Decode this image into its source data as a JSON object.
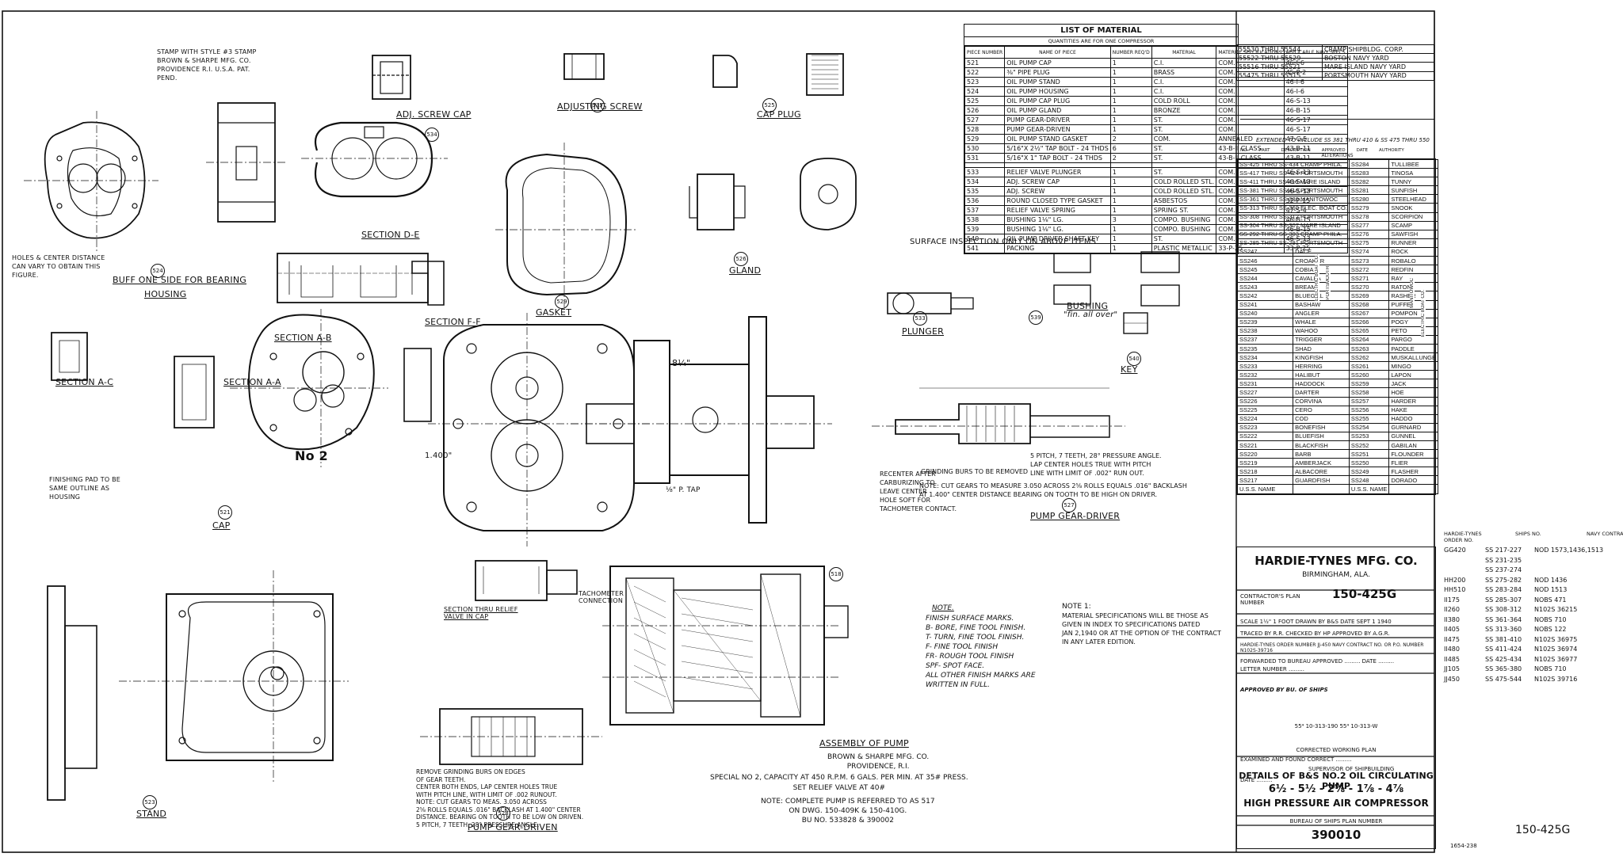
{
  "drawing": {
    "company": "HARDIE-TYNES MFG. CO.",
    "city": "BIRMINGHAM, ALA.",
    "plan_label": "CONTRACTOR'S PLAN NUMBER",
    "plan_number": "150-425G",
    "corner_number": "150-425G",
    "bureau_label": "BUREAU OF SHIPS PLAN NUMBER",
    "bureau_number": "390010",
    "title_line1": "DETAILS OF B&S NO.2 OIL CIRCULATING PUMP",
    "title_line2": "6½ - 5½ - 2⅝ - 1⅞ - 4⅞",
    "title_line3": "HIGH PRESSURE AIR COMPRESSOR",
    "scale_line": "SCALE 1½\" 1 FOOT   DRAWN BY B&S   DATE SEPT 1 1940",
    "traced_line": "TRACED BY R.R.   CHECKED BY HP   APPROVED BY A.G.R.",
    "order_line": "HARDIE-TYNES ORDER NUMBER  JJ-450   NAVY CONTRACT NO. OR P.O. NUMBER  N102s-39716",
    "forwarded_line": "FORWARDED TO BUREAU  APPROVED ......... DATE .........",
    "letter_line": "LETTER NUMBER .........",
    "approved_line": "APPROVED BY BU. OF SHIPS",
    "corrected_line": "CORRECTED WORKING PLAN",
    "examined_line": "EXAMINED AND FOUND CORRECT .........",
    "supervisor_line": "SUPERVISOR OF SHIPBUILDING",
    "date_line": "DATE .........",
    "serial_tag": "1654-238",
    "rev_date": "55⁴ 10-313-190  55⁴ 10-313-W"
  },
  "materials": {
    "heading": "LIST OF MATERIAL",
    "subheading": "QUANTITIES ARE FOR ONE COMPRESSOR",
    "columns": [
      "PIECE NUMBER",
      "NAME OF PIECE",
      "NUMBER REQ'D",
      "MATERIAL",
      "MATERIAL SPECIFICATIONS",
      "APPLICABLE NAVY SPECS"
    ],
    "rows": [
      [
        "521",
        "OIL PUMP CAP",
        "1",
        "C.I.",
        "COM.",
        "46-I-6"
      ],
      [
        "522",
        "⅜\" PIPE PLUG",
        "1",
        "BRASS",
        "COM.",
        "45-P-2"
      ],
      [
        "523",
        "OIL PUMP STAND",
        "1",
        "C.I.",
        "COM.",
        "46-I-6"
      ],
      [
        "524",
        "OIL PUMP HOUSING",
        "1",
        "C.I.",
        "COM.",
        "46-I-6"
      ],
      [
        "525",
        "OIL PUMP CAP PLUG",
        "1",
        "COLD ROLL",
        "COM.",
        "46-S-13"
      ],
      [
        "526",
        "OIL PUMP GLAND",
        "1",
        "BRONZE",
        "COM.",
        "46-B-15"
      ],
      [
        "527",
        "PUMP GEAR-DRIVER",
        "1",
        "ST.",
        "COM.",
        "46-S-17"
      ],
      [
        "528",
        "PUMP GEAR-DRIVEN",
        "1",
        "ST.",
        "COM.",
        "46-S-17"
      ],
      [
        "529",
        "OIL PUMP STAND GASKET",
        "2",
        "COM.",
        "ANNEALED",
        "47-C-5"
      ],
      [
        "530",
        "5/16\"x 2½\" TAP BOLT - 24 THDS",
        "6",
        "ST.",
        "43-B-II CLASS",
        "43-B-11"
      ],
      [
        "531",
        "5/16\"x 1\" TAP BOLT - 24 THDS",
        "2",
        "ST.",
        "43-B-II CLASS",
        "43-B-11"
      ],
      [
        "",
        "",
        "",
        "",
        "",
        ""
      ],
      [
        "533",
        "RELIEF VALVE PLUNGER",
        "1",
        "ST.",
        "COM.",
        "46-S-13"
      ],
      [
        "534",
        "ADJ. SCREW CAP",
        "1",
        "COLD ROLLED STL.",
        "COM.",
        "46-S-13"
      ],
      [
        "535",
        "ADJ. SCREW",
        "1",
        "COLD ROLLED STL.",
        "COM.",
        "46-S-13"
      ],
      [
        "536",
        "ROUND CLOSED TYPE GASKET",
        "1",
        "ASBESTOS",
        "COM.",
        "32-P-15"
      ],
      [
        "537",
        "RELIEF VALVE SPRING",
        "1",
        "SPRING ST.",
        "COM.",
        "47-S-4"
      ],
      [
        "538",
        "BUSHING 1⅛\" LG.",
        "3",
        "COMPO. BUSHING",
        "COM.",
        "46-B-15"
      ],
      [
        "539",
        "BUSHING 1⅛\" LG.",
        "1",
        "COMPO. BUSHING",
        "COM.",
        "46-B-15"
      ],
      [
        "540",
        "OIL PUMP DRIVER SHAFT KEY",
        "1",
        "ST.",
        "COM.",
        "46-S-13"
      ],
      [
        "541",
        "PACKING",
        "1",
        "PLASTIC METALLIC",
        "33-P-25",
        "33-P-25"
      ]
    ]
  },
  "ships": {
    "top_rows": [
      [
        "55530 THRU 55544",
        "CRAMP SHIPBLDG. CORP."
      ],
      [
        "55522 THRU 55529",
        "BOSTON NAVY YARD"
      ],
      [
        "55516 THRU 55521",
        "MARE ISLAND NAVY YARD"
      ],
      [
        "55475 THRU 55515",
        "PORTSMOUTH NAVY YARD"
      ]
    ],
    "alteration_note": "EXTENDED TO INCLUDE SS 381 THRU 410 & SS 475 THRU 550",
    "alteration_headers": [
      "NO.",
      "PART",
      "DESCRIPTION",
      "APPROVED",
      "DATE",
      "AUTHORITY"
    ],
    "alterations_label": "ALTERATIONS",
    "hull_rows": [
      [
        "SS-425 THRU SS-434 CRAMP PHILA.",
        "SS284",
        "TULLIBEE"
      ],
      [
        "SS-417 THRU SS-424 PORTSMOUTH",
        "SS283",
        "TINOSA"
      ],
      [
        "SS-411 THRU SS-416 MARE ISLAND",
        "SS282",
        "TUNNY"
      ],
      [
        "SS-381 THRU SS-410 PORTSMOUTH",
        "SS281",
        "SUNFISH"
      ],
      [
        "SS-361 THRU SS-380 MANITOWOC",
        "SS280",
        "STEELHEAD"
      ],
      [
        "SS-313 THRU SS-360 ELEC. BOAT CO.",
        "SS279",
        "SNOOK"
      ],
      [
        "SS-308 THRU SS-312 PORTSMOUTH",
        "SS278",
        "SCORPION"
      ],
      [
        "SS-304 THRU SS-307 MARE ISLAND",
        "SS277",
        "SCAMP"
      ],
      [
        "SS-292 THRU SS-303 CRAMP PHILA.",
        "SS276",
        "SAWFISH"
      ],
      [
        "SS-285 THRU SS-291 PORTSMOUTH",
        "SS275",
        "RUNNER"
      ]
    ],
    "boat_rows": [
      [
        "SS247",
        "DACE",
        "SS274",
        "ROCK"
      ],
      [
        "SS246",
        "CROAKER",
        "SS273",
        "ROBALO"
      ],
      [
        "SS245",
        "COBIA",
        "SS272",
        "REDFIN"
      ],
      [
        "SS244",
        "CAVALLA",
        "SS271",
        "RAY"
      ],
      [
        "SS243",
        "BREAM",
        "SS270",
        "RATON"
      ],
      [
        "SS242",
        "BLUEGILL",
        "SS269",
        "RASHER"
      ],
      [
        "SS241",
        "BASHAW",
        "SS268",
        "PUFFER"
      ],
      [
        "SS240",
        "ANGLER",
        "SS267",
        "POMPON"
      ],
      [
        "SS239",
        "WHALE",
        "SS266",
        "POGY"
      ],
      [
        "SS238",
        "WAHOO",
        "SS265",
        "PETO"
      ],
      [
        "SS237",
        "TRIGGER",
        "SS264",
        "PARGO"
      ],
      [
        "SS235",
        "SHAD",
        "SS263",
        "PADDLE"
      ],
      [
        "SS234",
        "KINGFISH",
        "SS262",
        "MUSKALLUNGE"
      ],
      [
        "SS233",
        "HERRING",
        "SS261",
        "MINGO"
      ],
      [
        "SS232",
        "HALIBUT",
        "SS260",
        "LAPON"
      ],
      [
        "SS231",
        "HADDOCK",
        "SS259",
        "JACK"
      ],
      [
        "SS227",
        "DARTER",
        "SS258",
        "HOE"
      ],
      [
        "SS226",
        "CORVINA",
        "SS257",
        "HARDER"
      ],
      [
        "SS225",
        "CERO",
        "SS256",
        "HAKE"
      ],
      [
        "SS224",
        "COD",
        "SS255",
        "HADDO"
      ],
      [
        "SS223",
        "BONEFISH",
        "SS254",
        "GURNARD"
      ],
      [
        "SS222",
        "BLUEFISH",
        "SS253",
        "GUNNEL"
      ],
      [
        "SS221",
        "BLACKFISH",
        "SS252",
        "GABILAN"
      ],
      [
        "SS220",
        "BARB",
        "SS251",
        "FLOUNDER"
      ],
      [
        "SS219",
        "AMBERJACK",
        "SS250",
        "FLIER"
      ],
      [
        "SS218",
        "ALBACORE",
        "SS249",
        "FLASHER"
      ],
      [
        "SS217",
        "GUARDFISH",
        "SS248",
        "DORADO"
      ]
    ],
    "boat_footer": [
      "U.S.S. NAME",
      "",
      "U.S.S. NAME"
    ],
    "builder_labels": [
      "ELECTRIC BOAT CO.",
      "PORTSMOUTH",
      "MANITOWOC",
      "ELECTRIC BOAT CO."
    ]
  },
  "orders": {
    "headers": [
      "HARDIE-TYNES ORDER NO.",
      "SHIPS NO.",
      "NAVY CONTRACT"
    ],
    "rows": [
      [
        "GG420",
        "SS 217-227",
        "NOd 1573,1436,1513"
      ],
      [
        "",
        "SS 231-235",
        ""
      ],
      [
        "",
        "SS 237-274",
        ""
      ],
      [
        "HH200",
        "SS 275-282",
        "NOd 1436"
      ],
      [
        "HH510",
        "SS 283-284",
        "NOd 1513"
      ],
      [
        "II175",
        "SS 285-307",
        "NOBs 471"
      ],
      [
        "II260",
        "SS 308-312",
        "N102s 36215"
      ],
      [
        "II380",
        "SS 361-364",
        "NOBs 710"
      ],
      [
        "II405",
        "SS 313-360",
        "NOBs 122"
      ],
      [
        "II475",
        "SS 381-410",
        "N102s 36975"
      ],
      [
        "II480",
        "SS 411-424",
        "N102s 36974"
      ],
      [
        "II485",
        "SS 425-434",
        "N102s 36977"
      ],
      [
        "JJ105",
        "SS 365-380",
        "NOBs 710"
      ],
      [
        "JJ450",
        "SS 475-544",
        "N102s 39716"
      ]
    ]
  },
  "views": {
    "housing": "HOUSING",
    "housing_note": "BUFF ONE SIDE FOR BEARING",
    "adj_screw_cap": "ADJ. SCREW CAP",
    "adjusting_screw": "ADJUSTING SCREW",
    "cap_plug": "CAP PLUG",
    "gasket": "GASKET",
    "gland": "GLAND",
    "plunger": "PLUNGER",
    "key": "KEY",
    "bushing": "BUSHING",
    "bushing_fin": "\"fin. all over\"",
    "section_de": "SECTION D-E",
    "section_ab": "SECTION A-B",
    "section_ff": "SECTION F-F",
    "section_ac": "SECTION A-C",
    "section_aa": "SECTION A-A",
    "cap": "CAP",
    "stand": "STAND",
    "pump_gear_driver": "PUMP GEAR-DRIVER",
    "pump_gear_driven": "PUMP GEAR-DRIVEN",
    "assembly": "ASSEMBLY OF PUMP",
    "section_relief": "SECTION THRU RELIEF VALVE IN CAP",
    "tachometer": "TACHOMETER CONNECTION",
    "surface_note": "SURFACE INSPECTION ONLY ON ABOVE ITEMS",
    "stamp": "STAMP WITH STYLE #3 STAMP BROWN & SHARPE MFG. CO. PROVIDENCE R.I. U.S.A. PAT. PEND.",
    "holes_note": "HOLES & CENTER DISTANCE CAN VARY TO OBTAIN THIS FIGURE.",
    "finish_pad": "FINISHING PAD TO BE SAME OUTLINE AS HOUSING",
    "no2": "No 2",
    "dim_84": "8¼\"",
    "dim_1400": "1.400\"",
    "tap": "⅛\" P. TAP"
  },
  "notes": {
    "finish_title": "NOTE.",
    "finish": "FINISH SURFACE MARKS.\nB- BORE, FINE TOOL FINISH.\nT- TURN, FINE TOOL FINISH.\nF- FINE TOOL FINISH\nFR- ROUGH TOOL FINISH\nSPF- SPOT FACE.\nALL OTHER FINISH MARKS ARE\nWRITTEN IN FULL.",
    "note1_title": "NOTE 1:",
    "note1": "MATERIAL SPECIFICATIONS WILL BE THOSE AS\nGIVEN IN INDEX TO SPECIFICATIONS DATED\nJAN 2,1940 OR AT THE OPTION OF THE CONTRACT\nIN ANY LATER EDITION.",
    "gear_driver": "5 PITCH, 7 TEETH, 28° PRESSURE ANGLE.\nLAP CENTER HOLES TRUE WITH PITCH\nLINE WITH LIMIT OF .002\" RUN OUT.",
    "gear_cut": "NOTE: CUT GEARS TO MEASURE 3.050 ACROSS 2⅝ ROLLS EQUALS .016\" BACKLASH\nAT 1.400\" CENTER DISTANCE BEARING ON TOOTH TO BE HIGH ON DRIVER.",
    "recenter": "RECENTER AFTER\nCARBURIZING TO\nLEAVE CENTER\nHOLE SOFT FOR\nTACHOMETER CONTACT.",
    "driven": "REMOVE GRINDING BURS ON EDGES\nOF GEAR TEETH.\nCENTER BOTH ENDS, LAP CENTER HOLES TRUE\nWITH PITCH LINE, WITH LIMIT OF .002 RUNOUT.\nNOTE: CUT GEARS TO MEAS. 3.050 ACROSS\n2⅝ ROLLS EQUALS .016\" BACKLASH AT 1.400\" CENTER\nDISTANCE. BEARING ON TOOTH TO BE LOW ON DRIVEN.\n5 PITCH, 7 TEETH, 28° PRESSURE ANGLE.",
    "assembly_maker": "BROWN & SHARPE MFG. CO.\nPROVIDENCE, R.I.",
    "assembly_spec": "SPECIAL No 2, CAPACITY AT 450 R.P.M. 6 GALS. PER MIN. AT 35# PRESS.\nSET RELIEF VALVE AT 40#",
    "assembly_ref": "NOTE: COMPLETE PUMP IS REFERRED TO AS  517\nON DWG. 150-409K & 150-410G.\nBU NO. 533828 & 390002",
    "grinding": "GRINDING BURS TO BE REMOVED"
  }
}
